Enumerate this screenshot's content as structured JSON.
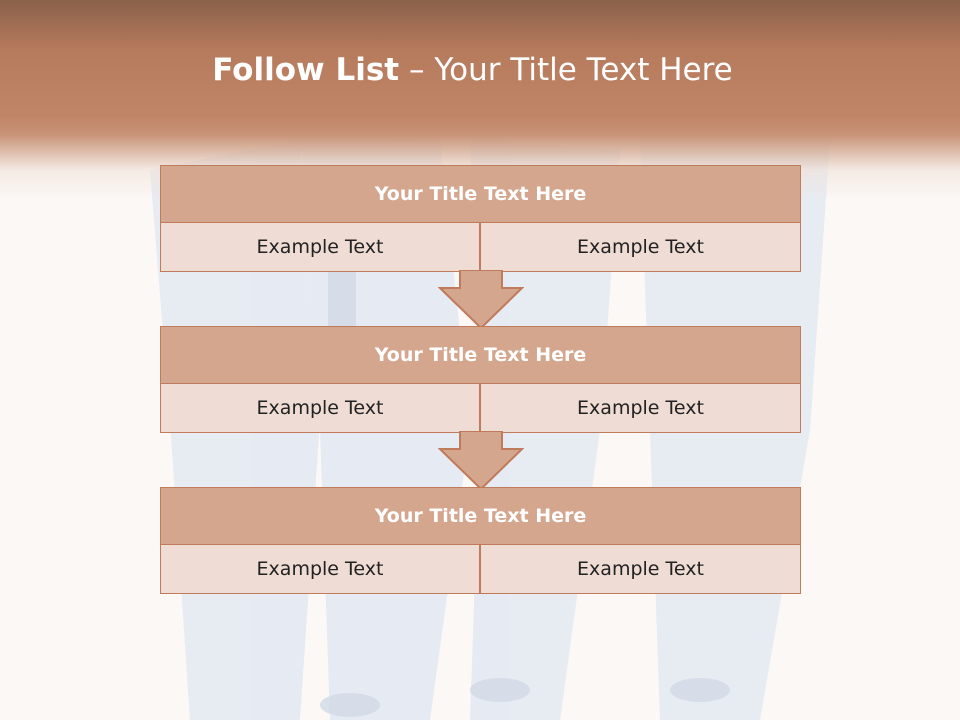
{
  "slide": {
    "title_bold": "Follow List",
    "title_rest": " – Your Title Text Here"
  },
  "blocks": [
    {
      "title": "Your Title Text Here",
      "left": "Example Text",
      "right": "Example Text"
    },
    {
      "title": "Your Title Text Here",
      "left": "Example Text",
      "right": "Example Text"
    },
    {
      "title": "Your Title Text Here",
      "left": "Example Text",
      "right": "Example Text"
    }
  ],
  "colors": {
    "header_brown": "#b67a5d",
    "block_title": "#d4a68e",
    "cell_fill": "#efdcd5",
    "border": "#c07a5c"
  },
  "icons": [
    "down-arrow-icon",
    "down-arrow-icon"
  ]
}
